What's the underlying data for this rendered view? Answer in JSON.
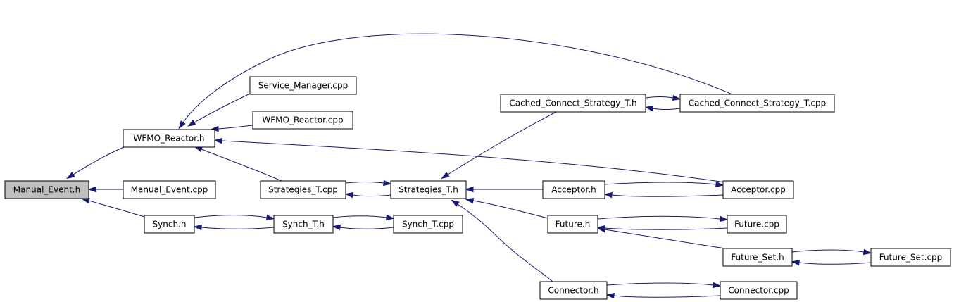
{
  "diagram": {
    "nodes": [
      {
        "id": "manual_event_h",
        "label": "Manual_Event.h",
        "highlighted": true
      },
      {
        "id": "wfmo_reactor_h",
        "label": "WFMO_Reactor.h"
      },
      {
        "id": "manual_event_cpp",
        "label": "Manual_Event.cpp"
      },
      {
        "id": "synch_h",
        "label": "Synch.h"
      },
      {
        "id": "service_manager_cpp",
        "label": "Service_Manager.cpp"
      },
      {
        "id": "wfmo_reactor_cpp",
        "label": "WFMO_Reactor.cpp"
      },
      {
        "id": "strategies_t_cpp",
        "label": "Strategies_T.cpp"
      },
      {
        "id": "synch_t_h",
        "label": "Synch_T.h"
      },
      {
        "id": "synch_t_cpp",
        "label": "Synch_T.cpp"
      },
      {
        "id": "strategies_t_h",
        "label": "Strategies_T.h"
      },
      {
        "id": "cached_connect_strategy_t_h",
        "label": "Cached_Connect_Strategy_T.h"
      },
      {
        "id": "cached_connect_strategy_t_cpp",
        "label": "Cached_Connect_Strategy_T.cpp"
      },
      {
        "id": "acceptor_h",
        "label": "Acceptor.h"
      },
      {
        "id": "acceptor_cpp",
        "label": "Acceptor.cpp"
      },
      {
        "id": "future_h",
        "label": "Future.h"
      },
      {
        "id": "future_cpp",
        "label": "Future.cpp"
      },
      {
        "id": "future_set_h",
        "label": "Future_Set.h"
      },
      {
        "id": "future_set_cpp",
        "label": "Future_Set.cpp"
      },
      {
        "id": "connector_h",
        "label": "Connector.h"
      },
      {
        "id": "connector_cpp",
        "label": "Connector.cpp"
      }
    ],
    "edges": [
      {
        "from": "wfmo_reactor_h",
        "to": "manual_event_h"
      },
      {
        "from": "manual_event_cpp",
        "to": "manual_event_h"
      },
      {
        "from": "synch_h",
        "to": "manual_event_h"
      },
      {
        "from": "service_manager_cpp",
        "to": "wfmo_reactor_h"
      },
      {
        "from": "wfmo_reactor_cpp",
        "to": "wfmo_reactor_h"
      },
      {
        "from": "strategies_t_cpp",
        "to": "wfmo_reactor_h"
      },
      {
        "from": "cached_connect_strategy_t_cpp",
        "to": "wfmo_reactor_h"
      },
      {
        "from": "acceptor_cpp",
        "to": "wfmo_reactor_h"
      },
      {
        "from": "synch_h",
        "to": "synch_t_h"
      },
      {
        "from": "synch_t_h",
        "to": "synch_h"
      },
      {
        "from": "synch_t_h",
        "to": "synch_t_cpp"
      },
      {
        "from": "synch_t_cpp",
        "to": "synch_t_h"
      },
      {
        "from": "strategies_t_cpp",
        "to": "strategies_t_h"
      },
      {
        "from": "strategies_t_h",
        "to": "strategies_t_cpp"
      },
      {
        "from": "cached_connect_strategy_t_h",
        "to": "strategies_t_h"
      },
      {
        "from": "acceptor_h",
        "to": "strategies_t_h"
      },
      {
        "from": "future_h",
        "to": "strategies_t_h"
      },
      {
        "from": "connector_h",
        "to": "strategies_t_h"
      },
      {
        "from": "cached_connect_strategy_t_h",
        "to": "cached_connect_strategy_t_cpp"
      },
      {
        "from": "cached_connect_strategy_t_cpp",
        "to": "cached_connect_strategy_t_h"
      },
      {
        "from": "acceptor_h",
        "to": "acceptor_cpp"
      },
      {
        "from": "acceptor_cpp",
        "to": "acceptor_h"
      },
      {
        "from": "future_h",
        "to": "future_cpp"
      },
      {
        "from": "future_cpp",
        "to": "future_h"
      },
      {
        "from": "future_set_h",
        "to": "future_h"
      },
      {
        "from": "future_set_h",
        "to": "future_set_cpp"
      },
      {
        "from": "future_set_cpp",
        "to": "future_set_h"
      },
      {
        "from": "connector_h",
        "to": "connector_cpp"
      },
      {
        "from": "connector_cpp",
        "to": "connector_h"
      }
    ]
  }
}
